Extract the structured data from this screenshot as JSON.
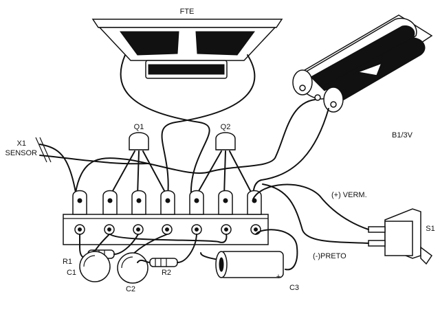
{
  "labels": {
    "speaker": "FTE",
    "x1": "X1",
    "sensor": "SENSOR",
    "q1": "Q1",
    "q2": "Q2",
    "battery": "B1/3V",
    "positive_wire": "(+) VERM.",
    "negative_wire": "(-)PRETO",
    "switch": "S1",
    "r1": "R1",
    "r2": "R2",
    "c1": "C1",
    "c2": "C2",
    "c3": "C3",
    "c3_plus": "+"
  },
  "colors": {
    "ink": "#111111",
    "paper": "#ffffff"
  }
}
